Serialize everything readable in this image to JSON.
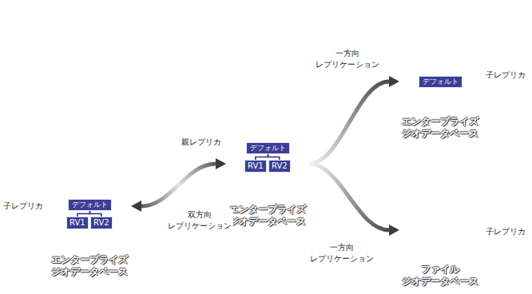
{
  "diagram": {
    "nodes": [
      {
        "text": [
          "子レプリカ",
          "エンタープライズ ジオデータベース"
        ]
      },
      {
        "text": [
          "デフォルト"
        ],
        "in": 0
      },
      {
        "text": [
          "RV1"
        ],
        "in": 0
      },
      {
        "text": [
          "RV2"
        ],
        "in": 0
      },
      {
        "text": [
          "親レプリカ",
          "エンタープライズ ジオデータベース"
        ]
      },
      {
        "text": [
          "デフォルト"
        ],
        "in": 4
      },
      {
        "text": [
          "RV1"
        ],
        "in": 4
      },
      {
        "text": [
          "RV2"
        ],
        "in": 4
      },
      {
        "text": [
          "子レプリカ",
          "エンタープライズ ジオデータベース"
        ]
      },
      {
        "text": [
          "デフォルト"
        ],
        "in": 8
      },
      {
        "text": [
          "子レプリカ",
          "ファイル ジオデータベース"
        ]
      }
    ],
    "edges": [
      {
        "from": 1,
        "to": 2,
        "arrow": "none"
      },
      {
        "from": 1,
        "to": 3,
        "arrow": "none"
      },
      {
        "from": 5,
        "to": 6,
        "arrow": "none"
      },
      {
        "from": 5,
        "to": 7,
        "arrow": "none"
      },
      {
        "from": 0,
        "to": 4,
        "label": "双方向 レプリケーション",
        "arrow": "both"
      },
      {
        "from": 4,
        "to": 8,
        "label": "一方向 レプリケーション",
        "arrow": "to"
      },
      {
        "from": 4,
        "to": 10,
        "label": "一方向 レプリケーション",
        "arrow": "to"
      }
    ]
  }
}
